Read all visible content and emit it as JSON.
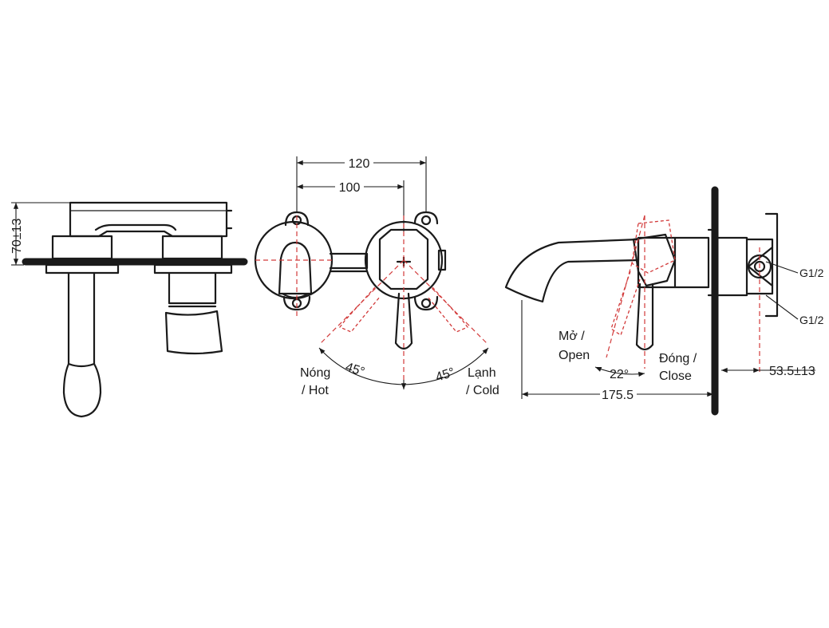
{
  "side_view": {
    "height_dim": "70±13"
  },
  "front_view": {
    "width_outer": "120",
    "width_inner": "100",
    "hot_label_1": "Nóng",
    "hot_label_2": "/ Hot",
    "cold_label_1": "Lạnh",
    "cold_label_2": "/ Cold",
    "angle_left": "45°",
    "angle_right": "45°"
  },
  "right_view": {
    "open_label_1": "Mở /",
    "open_label_2": "Open",
    "close_label_1": "Đóng /",
    "close_label_2": "Close",
    "angle": "22°",
    "length_dim": "175.5",
    "depth_dim": "53.5±13",
    "thread_top": "G1/2",
    "thread_bottom": "G1/2"
  }
}
